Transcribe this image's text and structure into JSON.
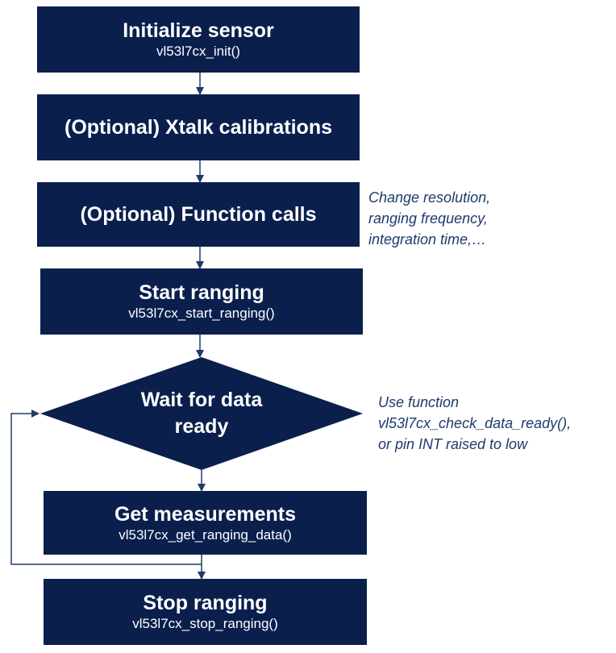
{
  "colors": {
    "box_fill": "#0b1f4d",
    "box_text": "#ffffff",
    "note_text": "#1f3a6b",
    "connector": "#1f3a6b"
  },
  "steps": {
    "init": {
      "title": "Initialize sensor",
      "sub": "vl53l7cx_init()"
    },
    "xtalk": {
      "title": "(Optional) Xtalk calibrations"
    },
    "functions": {
      "title": "(Optional) Function calls"
    },
    "start": {
      "title": "Start ranging",
      "sub": "vl53l7cx_start_ranging()"
    },
    "wait": {
      "line1": "Wait for data",
      "line2": "ready"
    },
    "get": {
      "title": "Get measurements",
      "sub": "vl53l7cx_get_ranging_data()"
    },
    "stop": {
      "title": "Stop ranging",
      "sub": "vl53l7cx_stop_ranging()"
    }
  },
  "notes": {
    "functions": [
      "Change resolution,",
      "ranging frequency,",
      "integration time,…"
    ],
    "wait": [
      "Use function",
      "vl53l7cx_check_data_ready(),",
      "or pin INT raised to low"
    ]
  }
}
